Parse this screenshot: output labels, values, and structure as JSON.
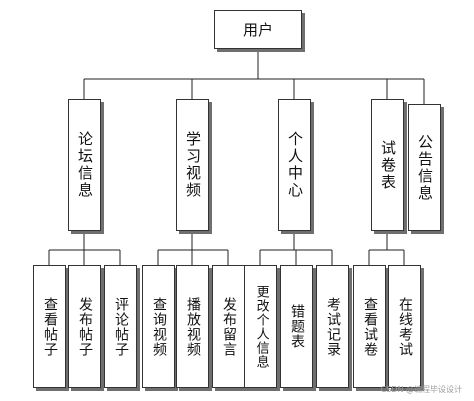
{
  "root": {
    "label": "用户"
  },
  "modules": [
    {
      "label": "论坛信息",
      "children": [
        "查看帖子",
        "发布帖子",
        "评论帖子"
      ]
    },
    {
      "label": "学习视频",
      "children": [
        "查询视频",
        "播放视频",
        "发布留言"
      ]
    },
    {
      "label": "个人中心",
      "children": [
        "更改个人信息",
        "错题表",
        "考试记录"
      ]
    },
    {
      "label": "试卷表",
      "children": [
        "查看试卷",
        "在线考试"
      ]
    },
    {
      "label": "公告信息",
      "children": []
    }
  ],
  "watermark": "CSDN @编程毕设设计"
}
